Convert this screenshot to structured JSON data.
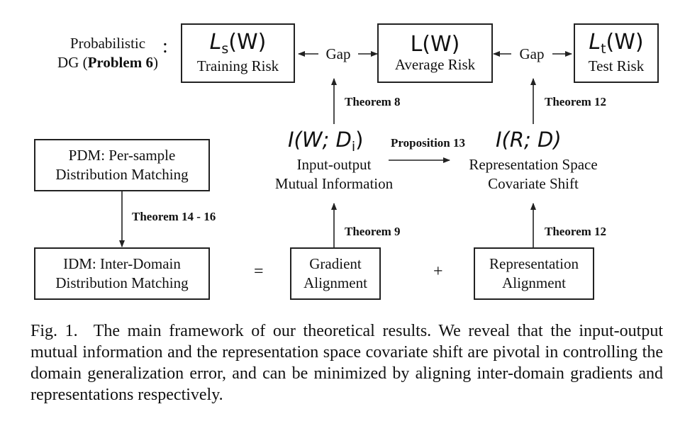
{
  "prob_dg": {
    "line1": "Probabilistic",
    "line2_prefix": "DG (",
    "line2_bold": "Problem 6",
    "line2_suffix": ")",
    "colon": ":"
  },
  "risks": {
    "training": {
      "sym_main": "L",
      "sym_sub": "s",
      "sym_rest": "(W)",
      "label": "Training Risk"
    },
    "average": {
      "sym": "L(W)",
      "label": "Average Risk"
    },
    "test": {
      "sym_main": "L",
      "sym_sub": "t",
      "sym_rest": "(W)",
      "label": "Test Risk"
    }
  },
  "gaps": {
    "left": "Gap",
    "right": "Gap"
  },
  "theorems": {
    "t8": "Theorem 8",
    "t12_top": "Theorem 12",
    "t9": "Theorem 9",
    "t12_bottom": "Theorem 12",
    "t14_16": "Theorem 14 - 16",
    "p13": "Proposition 13"
  },
  "mutual_info": {
    "sym_prefix": "I(W; D",
    "sym_sub": "i",
    "sym_suffix": ")",
    "line1": "Input-output",
    "line2": "Mutual Information"
  },
  "cov_shift": {
    "sym": "I(R; D)",
    "line1": "Representation Space",
    "line2": "Covariate Shift"
  },
  "pdm": {
    "line1": "PDM: Per-sample",
    "line2": "Distribution Matching"
  },
  "idm": {
    "line1": "IDM: Inter-Domain",
    "line2": "Distribution Matching"
  },
  "gradient": {
    "line1": "Gradient",
    "line2": "Alignment"
  },
  "representation": {
    "line1": "Representation",
    "line2": "Alignment"
  },
  "operators": {
    "equals": "=",
    "plus": "+"
  },
  "caption": {
    "label": "Fig. 1.",
    "text": "The main framework of our theoretical results. We reveal that the input-output mutual information and the representation space covariate shift are pivotal in controlling the domain generalization error, and can be minimized by aligning inter-domain gradients and representations respectively."
  }
}
